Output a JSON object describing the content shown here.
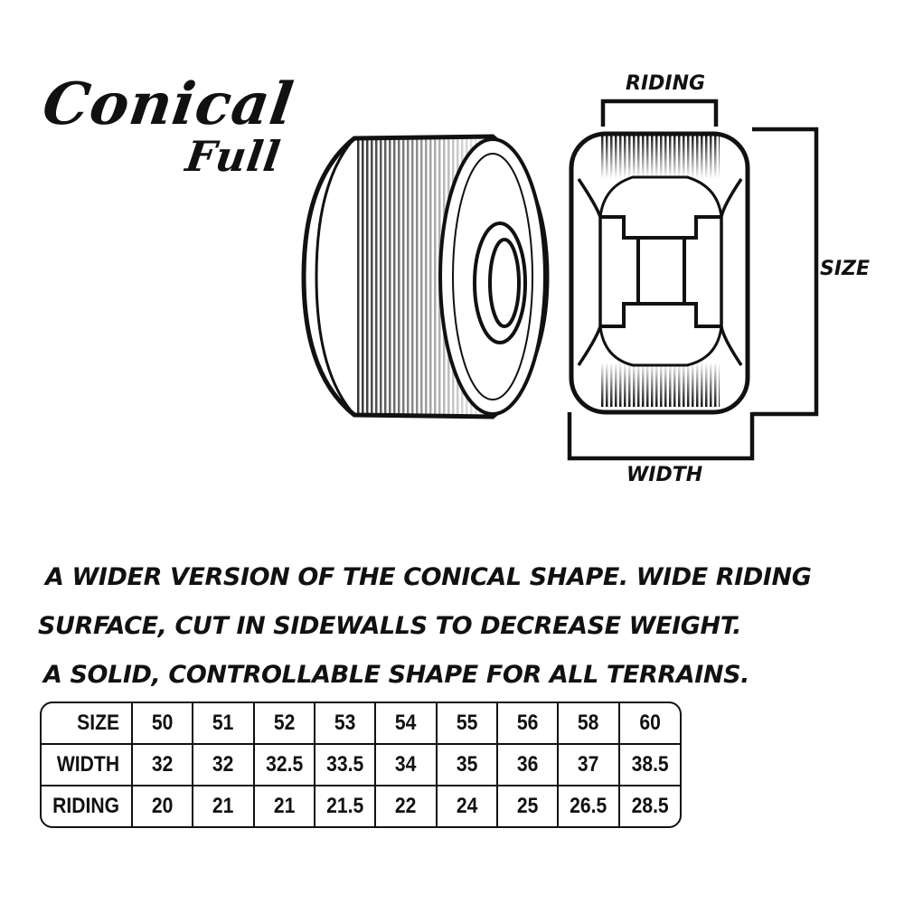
{
  "title": {
    "main": "Conical",
    "sub": "Full"
  },
  "dimension_labels": {
    "riding": "RIDING",
    "size": "SIZE",
    "width": "WIDTH"
  },
  "description": [
    "A WIDER VERSION OF THE CONICAL SHAPE. WIDE RIDING",
    "SURFACE, CUT IN SIDEWALLS TO DECREASE WEIGHT.",
    "A SOLID, CONTROLLABLE SHAPE FOR ALL TERRAINS."
  ],
  "spec_table": {
    "rows": [
      {
        "label": "SIZE",
        "values": [
          "50",
          "51",
          "52",
          "53",
          "54",
          "55",
          "56",
          "58",
          "60"
        ]
      },
      {
        "label": "WIDTH",
        "values": [
          "32",
          "32",
          "32.5",
          "33.5",
          "34",
          "35",
          "36",
          "37",
          "38.5"
        ]
      },
      {
        "label": "RIDING",
        "values": [
          "20",
          "21",
          "21",
          "21.5",
          "22",
          "24",
          "25",
          "26.5",
          "28.5"
        ]
      }
    ]
  },
  "colors": {
    "ink": "#111111",
    "background": "#ffffff"
  }
}
